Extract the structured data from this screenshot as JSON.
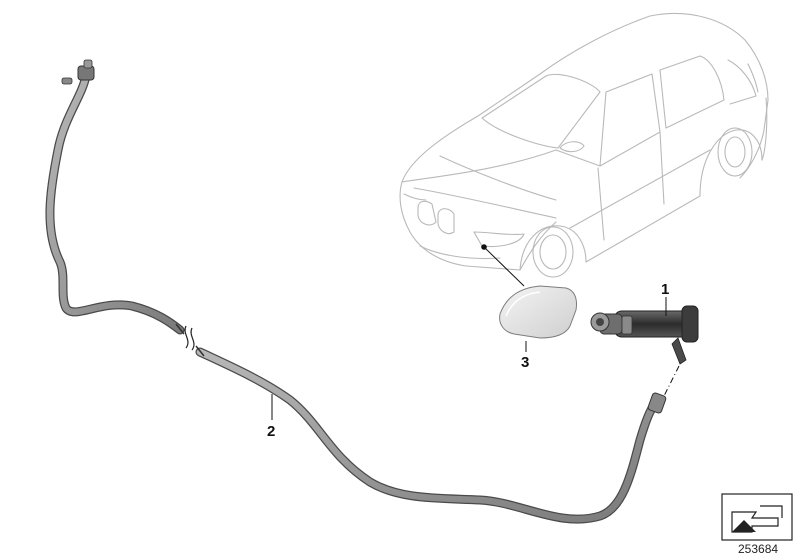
{
  "callouts": {
    "part1": "1",
    "part2": "2",
    "part3": "3"
  },
  "diagram_number": "253684",
  "icons": {
    "vehicle": "car-outline-icon",
    "orientation": "arrow-corner-icon"
  },
  "colors": {
    "car_outline": "#b9b9b9",
    "hose": "#8c8c8c",
    "part_dark": "#3a3a3a",
    "label": "#111111"
  }
}
